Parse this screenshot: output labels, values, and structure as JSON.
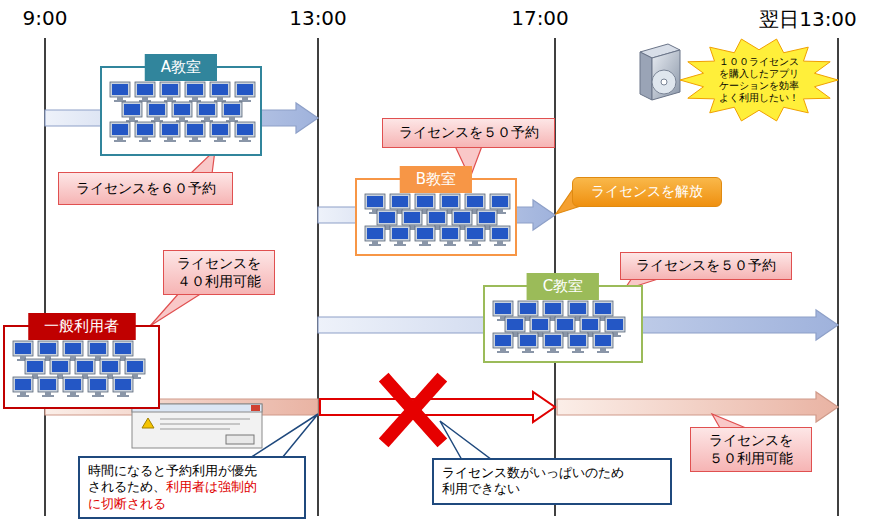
{
  "diagram": {
    "nodes": [
      {
        "text": [
          "A教室"
        ]
      },
      {
        "text": [
          "ライセンスを５０予約"
        ]
      },
      {
        "text": [
          "１００ライセンス を購入したアプリ ケーションを効率 よく利用したい！"
        ]
      },
      {
        "text": [
          "ライセンスを６０予約"
        ]
      },
      {
        "text": [
          "B教室"
        ]
      },
      {
        "text": [
          "ライセンスを解放"
        ]
      },
      {
        "text": [
          "ライセンスを ４０利用可能"
        ]
      },
      {
        "text": [
          "C教室"
        ]
      },
      {
        "text": [
          "ライセンスを５０予約"
        ]
      },
      {
        "text": [
          "一般利用者"
        ]
      },
      {
        "text": [
          "ライセンスを ５０利用可能"
        ]
      },
      {
        "text": [
          "時間になると予約利用が優先 されるため、",
          "利用者は強制的 に切断される"
        ]
      },
      {
        "text": [
          "ライセンス数がいっぱいのため 利用できない"
        ]
      }
    ],
    "labels": [
      "9:00",
      "13:00",
      "17:00",
      "翌日13:00"
    ]
  }
}
